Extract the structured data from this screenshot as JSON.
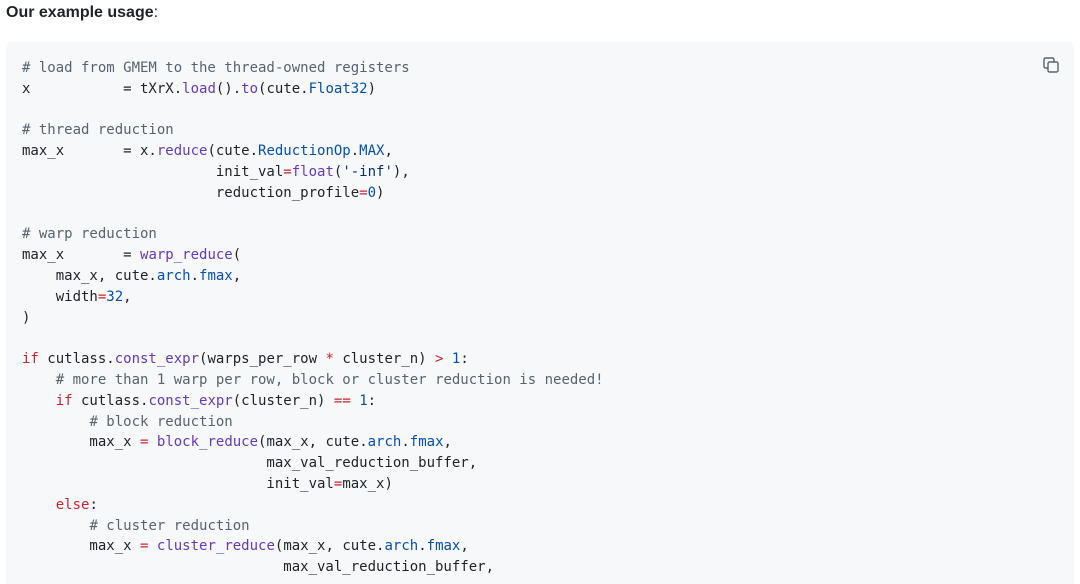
{
  "heading": {
    "text": "Our example usage",
    "suffix": ":"
  },
  "copy_button": {
    "icon": "copy-icon"
  },
  "code": {
    "language": "python",
    "lines": [
      [
        {
          "t": "c",
          "v": "# load from GMEM to the thread-owned registers"
        }
      ],
      [
        {
          "t": "p",
          "v": "x           = tXrX."
        },
        {
          "t": "f",
          "v": "load"
        },
        {
          "t": "p",
          "v": "()."
        },
        {
          "t": "f",
          "v": "to"
        },
        {
          "t": "p",
          "v": "(cute."
        },
        {
          "t": "a",
          "v": "Float32"
        },
        {
          "t": "p",
          "v": ")"
        }
      ],
      [],
      [
        {
          "t": "c",
          "v": "# thread reduction"
        }
      ],
      [
        {
          "t": "p",
          "v": "max_x       = x."
        },
        {
          "t": "f",
          "v": "reduce"
        },
        {
          "t": "p",
          "v": "(cute."
        },
        {
          "t": "a",
          "v": "ReductionOp"
        },
        {
          "t": "p",
          "v": "."
        },
        {
          "t": "a",
          "v": "MAX"
        },
        {
          "t": "p",
          "v": ","
        }
      ],
      [
        {
          "t": "p",
          "v": "                       init_val"
        },
        {
          "t": "o",
          "v": "="
        },
        {
          "t": "f",
          "v": "float"
        },
        {
          "t": "p",
          "v": "("
        },
        {
          "t": "s",
          "v": "'-inf'"
        },
        {
          "t": "p",
          "v": "),"
        }
      ],
      [
        {
          "t": "p",
          "v": "                       reduction_profile"
        },
        {
          "t": "o",
          "v": "="
        },
        {
          "t": "n",
          "v": "0"
        },
        {
          "t": "p",
          "v": ")"
        }
      ],
      [],
      [
        {
          "t": "c",
          "v": "# warp reduction"
        }
      ],
      [
        {
          "t": "p",
          "v": "max_x       = "
        },
        {
          "t": "f",
          "v": "warp_reduce"
        },
        {
          "t": "p",
          "v": "("
        }
      ],
      [
        {
          "t": "p",
          "v": "    max_x, cute."
        },
        {
          "t": "a",
          "v": "arch"
        },
        {
          "t": "p",
          "v": "."
        },
        {
          "t": "a",
          "v": "fmax"
        },
        {
          "t": "p",
          "v": ","
        }
      ],
      [
        {
          "t": "p",
          "v": "    width"
        },
        {
          "t": "o",
          "v": "="
        },
        {
          "t": "n",
          "v": "32"
        },
        {
          "t": "p",
          "v": ","
        }
      ],
      [
        {
          "t": "p",
          "v": ")"
        }
      ],
      [],
      [
        {
          "t": "k",
          "v": "if"
        },
        {
          "t": "p",
          "v": " cutlass."
        },
        {
          "t": "f",
          "v": "const_expr"
        },
        {
          "t": "p",
          "v": "(warps_per_row "
        },
        {
          "t": "o",
          "v": "*"
        },
        {
          "t": "p",
          "v": " cluster_n) "
        },
        {
          "t": "o",
          "v": ">"
        },
        {
          "t": "p",
          "v": " "
        },
        {
          "t": "n",
          "v": "1"
        },
        {
          "t": "p",
          "v": ":"
        }
      ],
      [
        {
          "t": "p",
          "v": "    "
        },
        {
          "t": "c",
          "v": "# more than 1 warp per row, block or cluster reduction is needed!"
        }
      ],
      [
        {
          "t": "p",
          "v": "    "
        },
        {
          "t": "k",
          "v": "if"
        },
        {
          "t": "p",
          "v": " cutlass."
        },
        {
          "t": "f",
          "v": "const_expr"
        },
        {
          "t": "p",
          "v": "(cluster_n) "
        },
        {
          "t": "o",
          "v": "=="
        },
        {
          "t": "p",
          "v": " "
        },
        {
          "t": "n",
          "v": "1"
        },
        {
          "t": "p",
          "v": ":"
        }
      ],
      [
        {
          "t": "p",
          "v": "        "
        },
        {
          "t": "c",
          "v": "# block reduction"
        }
      ],
      [
        {
          "t": "p",
          "v": "        max_x "
        },
        {
          "t": "o",
          "v": "="
        },
        {
          "t": "p",
          "v": " "
        },
        {
          "t": "f",
          "v": "block_reduce"
        },
        {
          "t": "p",
          "v": "(max_x, cute."
        },
        {
          "t": "a",
          "v": "arch"
        },
        {
          "t": "p",
          "v": "."
        },
        {
          "t": "a",
          "v": "fmax"
        },
        {
          "t": "p",
          "v": ","
        }
      ],
      [
        {
          "t": "p",
          "v": "                             max_val_reduction_buffer,"
        }
      ],
      [
        {
          "t": "p",
          "v": "                             init_val"
        },
        {
          "t": "o",
          "v": "="
        },
        {
          "t": "p",
          "v": "max_x)"
        }
      ],
      [
        {
          "t": "p",
          "v": "    "
        },
        {
          "t": "k",
          "v": "else"
        },
        {
          "t": "p",
          "v": ":"
        }
      ],
      [
        {
          "t": "p",
          "v": "        "
        },
        {
          "t": "c",
          "v": "# cluster reduction"
        }
      ],
      [
        {
          "t": "p",
          "v": "        max_x "
        },
        {
          "t": "o",
          "v": "="
        },
        {
          "t": "p",
          "v": " "
        },
        {
          "t": "f",
          "v": "cluster_reduce"
        },
        {
          "t": "p",
          "v": "(max_x, cute."
        },
        {
          "t": "a",
          "v": "arch"
        },
        {
          "t": "p",
          "v": "."
        },
        {
          "t": "a",
          "v": "fmax"
        },
        {
          "t": "p",
          "v": ","
        }
      ],
      [
        {
          "t": "p",
          "v": "                               max_val_reduction_buffer,"
        }
      ]
    ]
  },
  "colors": {
    "background": "#ffffff",
    "code_background": "#f6f8fa",
    "text": "#1f2328",
    "comment": "#59636e",
    "keyword": "#cf222e",
    "function": "#6639ba",
    "attribute": "#0550ae",
    "string": "#0a3069"
  }
}
